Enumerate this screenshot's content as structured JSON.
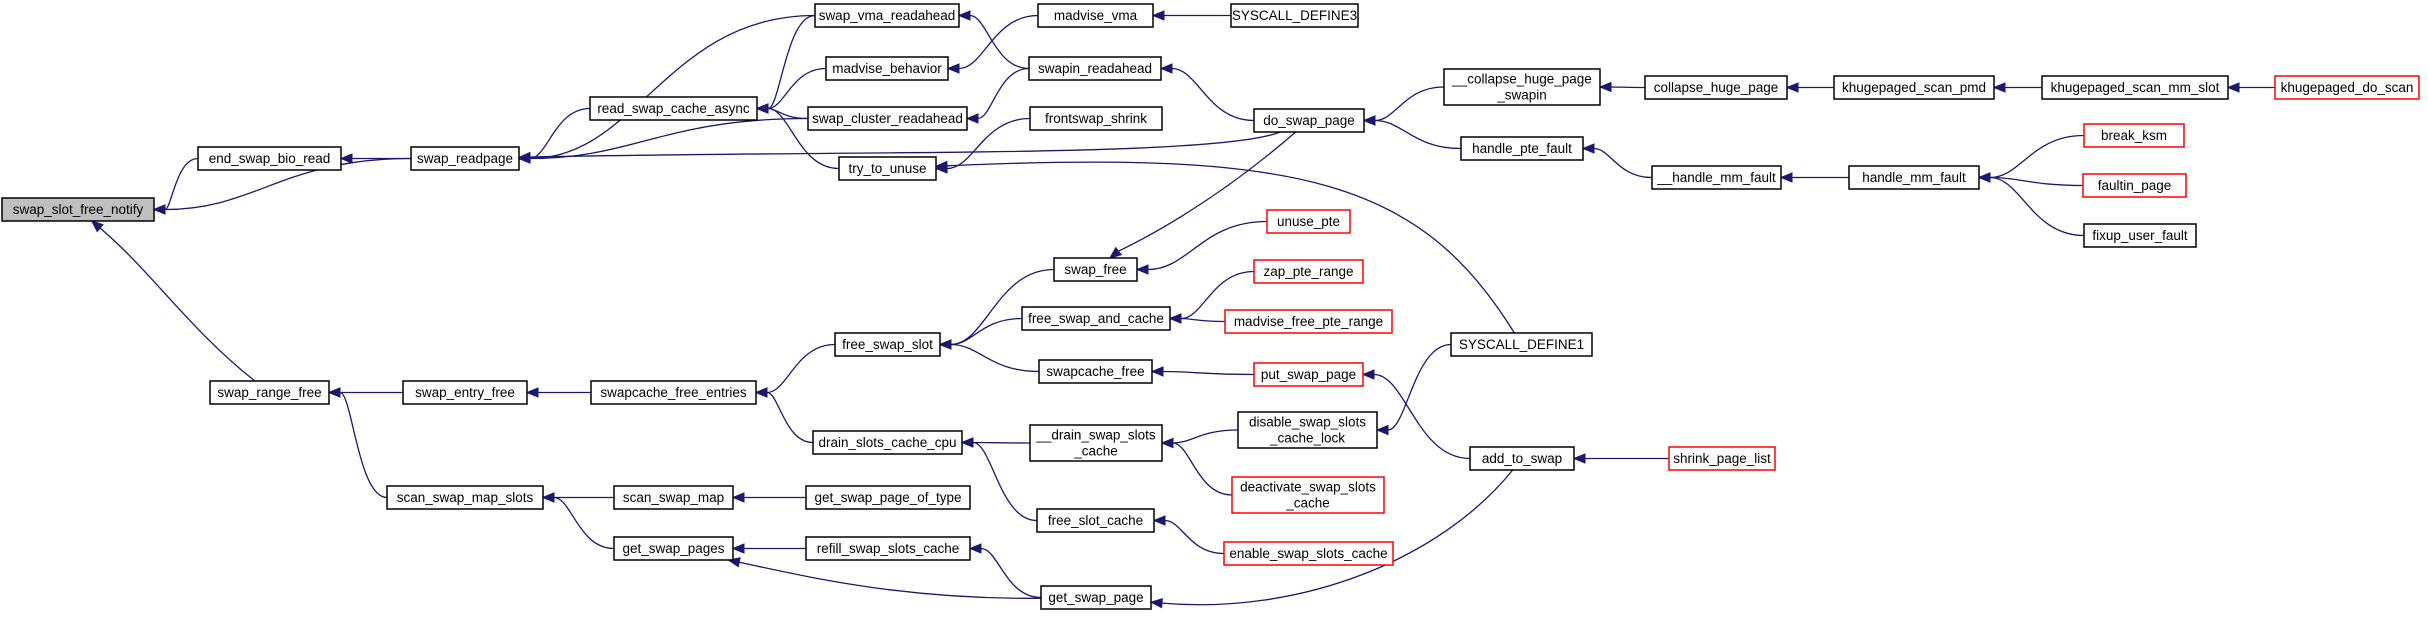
{
  "colors": {
    "edge": "#191970",
    "node_border": "#000000",
    "node_border_truncated": "#ff0000",
    "node_fill": "#ffffff",
    "focus_fill": "#bfbfbf"
  },
  "nodes": {
    "swap_slot_free_notify": {
      "lines": [
        "swap_slot_free_notify"
      ],
      "style": "focus"
    },
    "end_swap_bio_read": {
      "lines": [
        "end_swap_bio_read"
      ],
      "style": "normal"
    },
    "swap_range_free": {
      "lines": [
        "swap_range_free"
      ],
      "style": "normal"
    },
    "swap_readpage": {
      "lines": [
        "swap_readpage"
      ],
      "style": "normal"
    },
    "swap_entry_free": {
      "lines": [
        "swap_entry_free"
      ],
      "style": "normal"
    },
    "scan_swap_map_slots": {
      "lines": [
        "scan_swap_map_slots"
      ],
      "style": "normal"
    },
    "read_swap_cache_async": {
      "lines": [
        "read_swap_cache_async"
      ],
      "style": "normal"
    },
    "swapcache_free_entries": {
      "lines": [
        "swapcache_free_entries"
      ],
      "style": "normal"
    },
    "scan_swap_map": {
      "lines": [
        "scan_swap_map"
      ],
      "style": "normal"
    },
    "get_swap_pages": {
      "lines": [
        "get_swap_pages"
      ],
      "style": "normal"
    },
    "swap_vma_readahead": {
      "lines": [
        "swap_vma_readahead"
      ],
      "style": "normal"
    },
    "madvise_behavior": {
      "lines": [
        "madvise_behavior"
      ],
      "style": "normal"
    },
    "swap_cluster_readahead": {
      "lines": [
        "swap_cluster_readahead"
      ],
      "style": "normal"
    },
    "try_to_unuse": {
      "lines": [
        "try_to_unuse"
      ],
      "style": "normal"
    },
    "free_swap_slot": {
      "lines": [
        "free_swap_slot"
      ],
      "style": "normal"
    },
    "drain_slots_cache_cpu": {
      "lines": [
        "drain_slots_cache_cpu"
      ],
      "style": "normal"
    },
    "get_swap_page_of_type": {
      "lines": [
        "get_swap_page_of_type"
      ],
      "style": "normal"
    },
    "refill_swap_slots_cache": {
      "lines": [
        "refill_swap_slots_cache"
      ],
      "style": "normal"
    },
    "madvise_vma": {
      "lines": [
        "madvise_vma"
      ],
      "style": "normal"
    },
    "swapin_readahead": {
      "lines": [
        "swapin_readahead"
      ],
      "style": "normal"
    },
    "frontswap_shrink": {
      "lines": [
        "frontswap_shrink"
      ],
      "style": "normal"
    },
    "swap_free": {
      "lines": [
        "swap_free"
      ],
      "style": "normal"
    },
    "free_swap_and_cache": {
      "lines": [
        "free_swap_and_cache"
      ],
      "style": "normal"
    },
    "swapcache_free": {
      "lines": [
        "swapcache_free"
      ],
      "style": "normal"
    },
    "__drain_swap_slots_cache": {
      "lines": [
        "__drain_swap_slots",
        "_cache"
      ],
      "style": "normal"
    },
    "free_slot_cache": {
      "lines": [
        "free_slot_cache"
      ],
      "style": "normal"
    },
    "get_swap_page": {
      "lines": [
        "get_swap_page"
      ],
      "style": "normal"
    },
    "SYSCALL_DEFINE3": {
      "lines": [
        "SYSCALL_DEFINE3"
      ],
      "style": "normal"
    },
    "do_swap_page": {
      "lines": [
        "do_swap_page"
      ],
      "style": "normal"
    },
    "unuse_pte": {
      "lines": [
        "unuse_pte"
      ],
      "style": "truncated"
    },
    "zap_pte_range": {
      "lines": [
        "zap_pte_range"
      ],
      "style": "truncated"
    },
    "madvise_free_pte_range": {
      "lines": [
        "madvise_free_pte_range"
      ],
      "style": "truncated"
    },
    "put_swap_page": {
      "lines": [
        "put_swap_page"
      ],
      "style": "truncated"
    },
    "disable_swap_slots_cache_lock": {
      "lines": [
        "disable_swap_slots",
        "_cache_lock"
      ],
      "style": "normal"
    },
    "deactivate_swap_slots_cache": {
      "lines": [
        "deactivate_swap_slots",
        "_cache"
      ],
      "style": "truncated"
    },
    "enable_swap_slots_cache": {
      "lines": [
        "enable_swap_slots_cache"
      ],
      "style": "truncated"
    },
    "__collapse_huge_page_swapin": {
      "lines": [
        "__collapse_huge_page",
        "_swapin"
      ],
      "style": "normal"
    },
    "handle_pte_fault": {
      "lines": [
        "handle_pte_fault"
      ],
      "style": "normal"
    },
    "SYSCALL_DEFINE1": {
      "lines": [
        "SYSCALL_DEFINE1"
      ],
      "style": "normal"
    },
    "add_to_swap": {
      "lines": [
        "add_to_swap"
      ],
      "style": "normal"
    },
    "collapse_huge_page": {
      "lines": [
        "collapse_huge_page"
      ],
      "style": "normal"
    },
    "__handle_mm_fault": {
      "lines": [
        "__handle_mm_fault"
      ],
      "style": "normal"
    },
    "shrink_page_list": {
      "lines": [
        "shrink_page_list"
      ],
      "style": "truncated"
    },
    "khugepaged_scan_pmd": {
      "lines": [
        "khugepaged_scan_pmd"
      ],
      "style": "normal"
    },
    "handle_mm_fault": {
      "lines": [
        "handle_mm_fault"
      ],
      "style": "normal"
    },
    "khugepaged_scan_mm_slot": {
      "lines": [
        "khugepaged_scan_mm_slot"
      ],
      "style": "normal"
    },
    "break_ksm": {
      "lines": [
        "break_ksm"
      ],
      "style": "truncated"
    },
    "faultin_page": {
      "lines": [
        "faultin_page"
      ],
      "style": "truncated"
    },
    "fixup_user_fault": {
      "lines": [
        "fixup_user_fault"
      ],
      "style": "normal"
    },
    "khugepaged_do_scan": {
      "lines": [
        "khugepaged_do_scan"
      ],
      "style": "truncated"
    }
  },
  "edges": [
    [
      "end_swap_bio_read",
      "swap_slot_free_notify"
    ],
    [
      "swap_readpage",
      "swap_slot_free_notify"
    ],
    [
      "swap_range_free",
      "swap_slot_free_notify"
    ],
    [
      "swap_readpage",
      "end_swap_bio_read"
    ],
    [
      "read_swap_cache_async",
      "swap_readpage"
    ],
    [
      "swap_vma_readahead",
      "swap_readpage"
    ],
    [
      "swap_cluster_readahead",
      "swap_readpage"
    ],
    [
      "do_swap_page",
      "swap_readpage"
    ],
    [
      "swap_entry_free",
      "swap_range_free"
    ],
    [
      "scan_swap_map_slots",
      "swap_range_free"
    ],
    [
      "swapcache_free_entries",
      "swap_entry_free"
    ],
    [
      "scan_swap_map",
      "scan_swap_map_slots"
    ],
    [
      "get_swap_pages",
      "scan_swap_map_slots"
    ],
    [
      "swap_vma_readahead",
      "read_swap_cache_async"
    ],
    [
      "madvise_behavior",
      "read_swap_cache_async"
    ],
    [
      "swap_cluster_readahead",
      "read_swap_cache_async"
    ],
    [
      "try_to_unuse",
      "read_swap_cache_async"
    ],
    [
      "free_swap_slot",
      "swapcache_free_entries"
    ],
    [
      "drain_slots_cache_cpu",
      "swapcache_free_entries"
    ],
    [
      "get_swap_page_of_type",
      "scan_swap_map"
    ],
    [
      "refill_swap_slots_cache",
      "get_swap_pages"
    ],
    [
      "get_swap_page",
      "get_swap_pages"
    ],
    [
      "swapin_readahead",
      "swap_vma_readahead"
    ],
    [
      "madvise_vma",
      "madvise_behavior"
    ],
    [
      "swapin_readahead",
      "swap_cluster_readahead"
    ],
    [
      "frontswap_shrink",
      "try_to_unuse"
    ],
    [
      "SYSCALL_DEFINE1",
      "try_to_unuse"
    ],
    [
      "swap_free",
      "free_swap_slot"
    ],
    [
      "free_swap_and_cache",
      "free_swap_slot"
    ],
    [
      "swapcache_free",
      "free_swap_slot"
    ],
    [
      "__drain_swap_slots_cache",
      "drain_slots_cache_cpu"
    ],
    [
      "free_slot_cache",
      "drain_slots_cache_cpu"
    ],
    [
      "get_swap_page",
      "refill_swap_slots_cache"
    ],
    [
      "SYSCALL_DEFINE3",
      "madvise_vma"
    ],
    [
      "do_swap_page",
      "swapin_readahead"
    ],
    [
      "do_swap_page",
      "swap_free"
    ],
    [
      "unuse_pte",
      "swap_free"
    ],
    [
      "zap_pte_range",
      "free_swap_and_cache"
    ],
    [
      "madvise_free_pte_range",
      "free_swap_and_cache"
    ],
    [
      "put_swap_page",
      "swapcache_free"
    ],
    [
      "disable_swap_slots_cache_lock",
      "__drain_swap_slots_cache"
    ],
    [
      "deactivate_swap_slots_cache",
      "__drain_swap_slots_cache"
    ],
    [
      "enable_swap_slots_cache",
      "free_slot_cache"
    ],
    [
      "add_to_swap",
      "get_swap_page"
    ],
    [
      "__collapse_huge_page_swapin",
      "do_swap_page"
    ],
    [
      "handle_pte_fault",
      "do_swap_page"
    ],
    [
      "SYSCALL_DEFINE1",
      "disable_swap_slots_cache_lock"
    ],
    [
      "add_to_swap",
      "put_swap_page"
    ],
    [
      "collapse_huge_page",
      "__collapse_huge_page_swapin"
    ],
    [
      "__handle_mm_fault",
      "handle_pte_fault"
    ],
    [
      "shrink_page_list",
      "add_to_swap"
    ],
    [
      "khugepaged_scan_pmd",
      "collapse_huge_page"
    ],
    [
      "handle_mm_fault",
      "__handle_mm_fault"
    ],
    [
      "khugepaged_scan_mm_slot",
      "khugepaged_scan_pmd"
    ],
    [
      "break_ksm",
      "handle_mm_fault"
    ],
    [
      "faultin_page",
      "handle_mm_fault"
    ],
    [
      "fixup_user_fault",
      "handle_mm_fault"
    ],
    [
      "khugepaged_do_scan",
      "khugepaged_scan_mm_slot"
    ]
  ]
}
